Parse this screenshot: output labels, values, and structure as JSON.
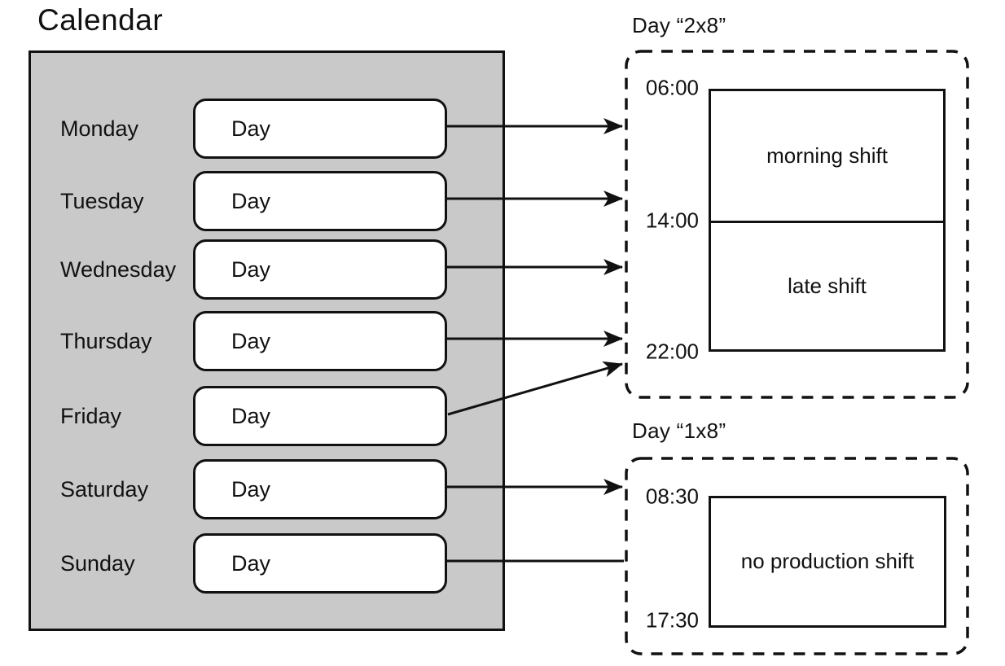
{
  "page": {
    "title": "Calendar"
  },
  "calendar": {
    "days": [
      {
        "label": "Monday",
        "box_label": "Day",
        "assigned_day_type": "Day “2x8”"
      },
      {
        "label": "Tuesday",
        "box_label": "Day",
        "assigned_day_type": "Day “2x8”"
      },
      {
        "label": "Wednesday",
        "box_label": "Day",
        "assigned_day_type": "Day “2x8”"
      },
      {
        "label": "Thursday",
        "box_label": "Day",
        "assigned_day_type": "Day “2x8”"
      },
      {
        "label": "Friday",
        "box_label": "Day",
        "assigned_day_type": "Day “2x8”"
      },
      {
        "label": "Saturday",
        "box_label": "Day",
        "assigned_day_type": "Day “1x8”"
      },
      {
        "label": "Sunday",
        "box_label": "Day",
        "assigned_day_type": "Day “1x8”"
      }
    ]
  },
  "day_types": [
    {
      "title": "Day “2x8”",
      "time_labels": [
        "06:00",
        "14:00",
        "22:00"
      ],
      "shifts": [
        {
          "name": "morning shift",
          "start": "06:00",
          "end": "14:00"
        },
        {
          "name": "late shift",
          "start": "14:00",
          "end": "22:00"
        }
      ]
    },
    {
      "title": "Day “1x8”",
      "time_labels": [
        "08:30",
        "17:30"
      ],
      "shifts": [
        {
          "name": "no production shift",
          "start": "08:30",
          "end": "17:30"
        }
      ]
    }
  ],
  "colors": {
    "background": "#ffffff",
    "calendar_fill": "#c9c9c9",
    "line": "#111111"
  }
}
